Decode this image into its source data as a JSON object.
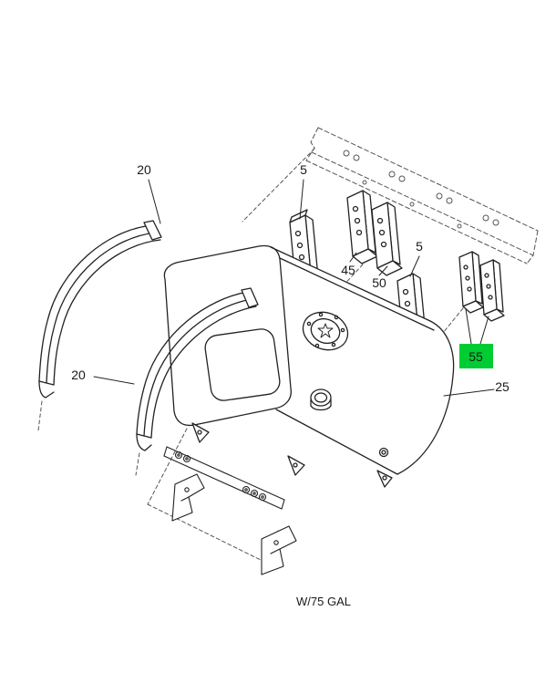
{
  "diagram": {
    "caption": "W/75 GAL",
    "line_color": "#222222",
    "dash_color": "#555555",
    "highlight_color": "#00CC33",
    "callouts": {
      "strap_upper": "20",
      "bracket_front_upper": "5",
      "bracket_rear_left": "45",
      "bracket_rear_right": "50",
      "bracket_front_lower": "5",
      "strap_lower": "20",
      "bracket_highlighted": "55",
      "fuel_tank": "25"
    }
  }
}
